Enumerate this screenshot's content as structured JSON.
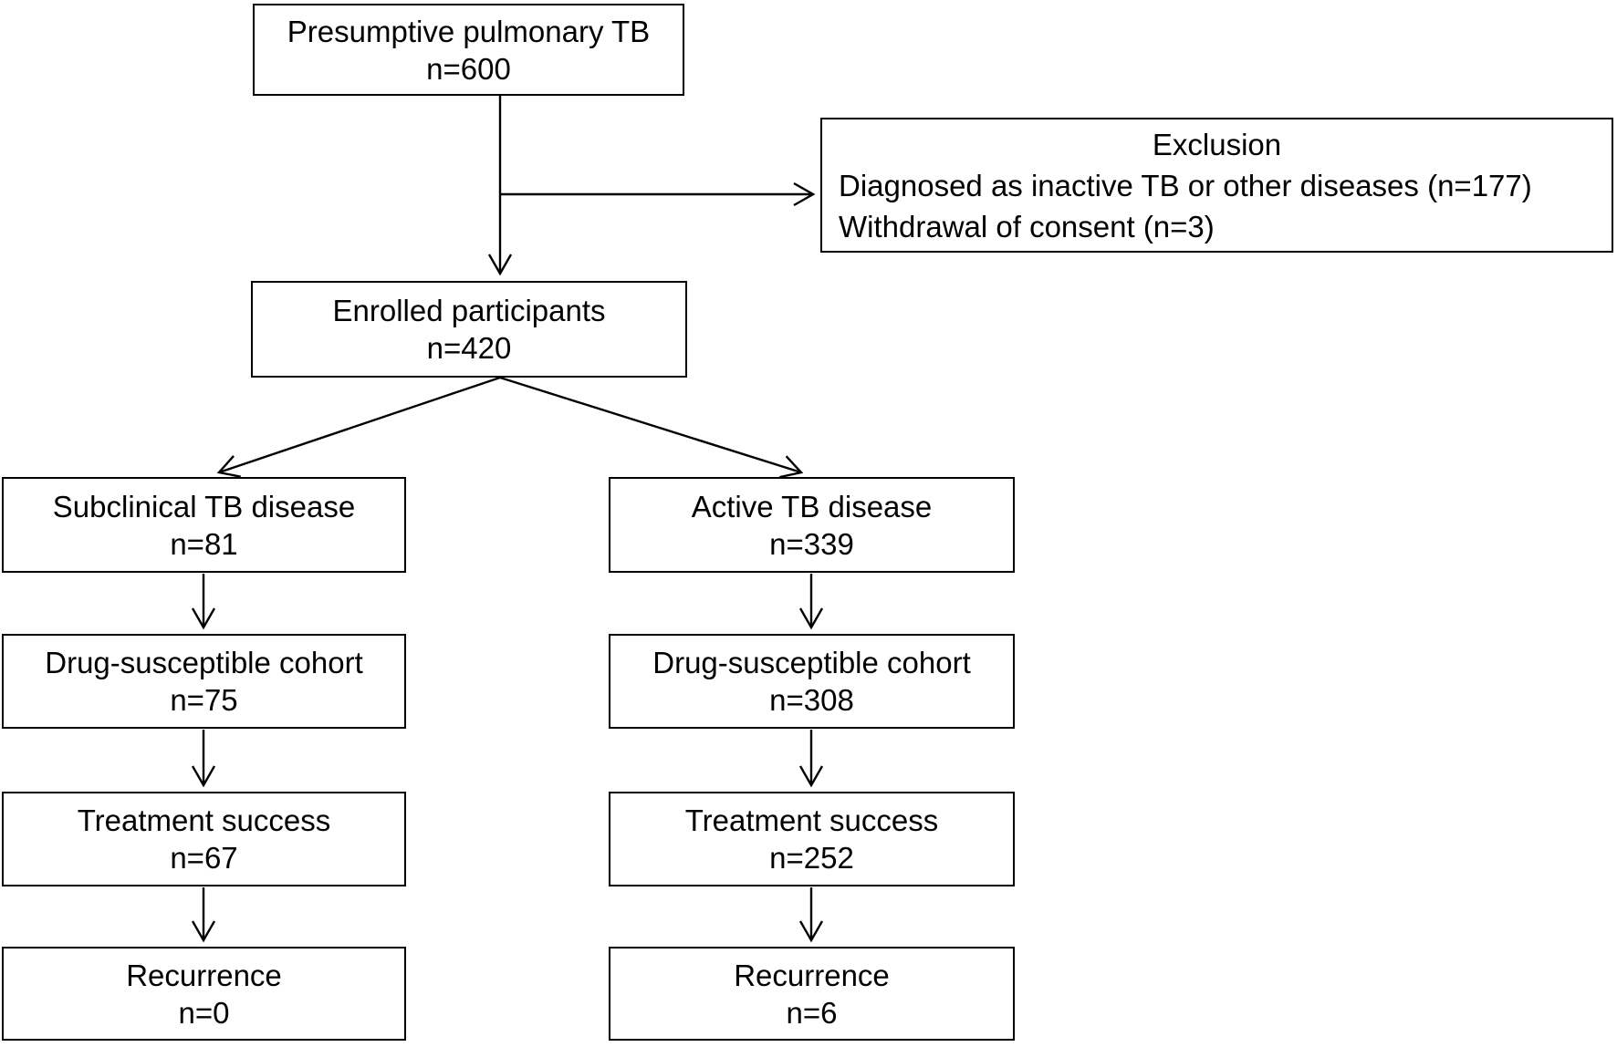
{
  "boxes": {
    "presumptive": {
      "label": "Presumptive pulmonary TB",
      "count": "n=600"
    },
    "exclusion": {
      "heading": "Exclusion",
      "items": [
        "Diagnosed as inactive TB or other diseases (n=177)",
        "Withdrawal of consent (n=3)"
      ]
    },
    "enrolled": {
      "label": "Enrolled participants",
      "count": "n=420"
    },
    "subclinical": {
      "label": "Subclinical TB disease",
      "count": "n=81"
    },
    "subclinical_cohort": {
      "label": "Drug-susceptible cohort",
      "count": "n=75"
    },
    "subclinical_success": {
      "label": "Treatment success",
      "count": "n=67"
    },
    "subclinical_recurrence": {
      "label": "Recurrence",
      "count": "n=0"
    },
    "active": {
      "label": "Active TB disease",
      "count": "n=339"
    },
    "active_cohort": {
      "label": "Drug-susceptible cohort",
      "count": "n=308"
    },
    "active_success": {
      "label": "Treatment success",
      "count": "n=252"
    },
    "active_recurrence": {
      "label": "Recurrence",
      "count": "n=6"
    }
  },
  "colors": {
    "line": "#000000",
    "box_border": "#000000",
    "box_fill": "#ffffff",
    "text": "#000000",
    "background": "#ffffff"
  }
}
